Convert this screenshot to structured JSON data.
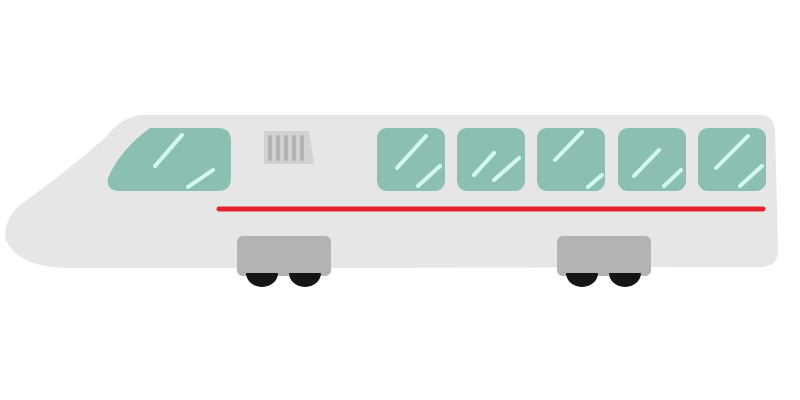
{
  "illustration": {
    "subject": "train",
    "side_windows": 5,
    "axles": 4
  },
  "colors": {
    "background": "#ffffff",
    "body": "#e6e6e6",
    "window": "#8bbfb3",
    "window_glare": "#d2f7f0",
    "stripe": "#e5232f",
    "bogie": "#b3b3b3",
    "wheel": "#151515",
    "vent": "#d2d2d2",
    "vent_slat": "#b3b3b3"
  }
}
